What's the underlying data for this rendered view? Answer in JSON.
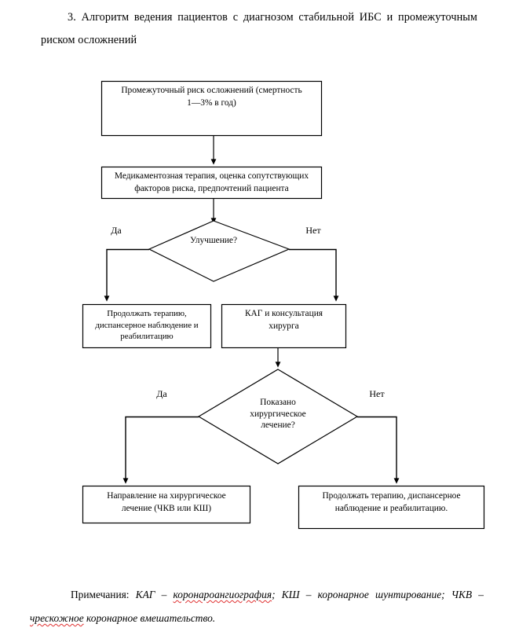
{
  "document": {
    "heading": {
      "number": "3.",
      "text": "Алгоритм ведения пациентов с диагнозом стабильной ИБС и промежуточным риском осложнений"
    },
    "footnote": {
      "label": "Примечания:",
      "part1": "КАГ – ",
      "term1": "коронароангиография",
      "part2": "; КШ – коронарное шунтирование; ЧКВ – ",
      "term2": "чрескожное",
      "part3": " коронарное вмешательство."
    }
  },
  "chart_data": {
    "type": "flowchart",
    "title": "Алгоритм ведения пациентов с диагнозом стабильной ИБС и промежуточным риском осложнений",
    "line_color": "#000000",
    "fill_color": "#ffffff",
    "nodes": [
      {
        "id": "n1",
        "shape": "process",
        "text": "Промежуточный риск осложнений (смертность 1—3% в год)",
        "lines": [
          "Промежуточный риск осложнений (смертность",
          "1—3% в год)"
        ]
      },
      {
        "id": "n2",
        "shape": "process",
        "text": "Медикаментозная терапия, оценка сопутствующих факторов риска, предпочтений пациента",
        "lines": [
          "Медикаментозная терапия, оценка сопутствующих",
          "факторов риска, предпочтений пациента"
        ]
      },
      {
        "id": "d1",
        "shape": "decision",
        "text": "Улучшение?",
        "lines": [
          "Улучшение?"
        ]
      },
      {
        "id": "n3",
        "shape": "process",
        "text": "Продолжать терапию, диспансерное наблюдение и реабилитацию",
        "lines": [
          "Продолжать терапию,",
          "диспансерное наблюдение и",
          "реабилитацию"
        ]
      },
      {
        "id": "n4",
        "shape": "process",
        "text": "КАГ и консультация хирурга",
        "lines": [
          "КАГ и консультация",
          "хирурга"
        ]
      },
      {
        "id": "d2",
        "shape": "decision",
        "text": "Показано хирургическое лечение?",
        "lines": [
          "Показано",
          "хирургическое",
          "лечение?"
        ]
      },
      {
        "id": "n5",
        "shape": "process",
        "text": "Направление на хирургическое лечение (ЧКВ или КШ)",
        "lines": [
          "Направление на хирургическое",
          "лечение (ЧКВ или КШ)"
        ]
      },
      {
        "id": "n6",
        "shape": "process",
        "text": "Продолжать терапию, диспансерное наблюдение и реабилитацию.",
        "lines": [
          "Продолжать терапию, диспансерное",
          "наблюдение и реабилитацию."
        ]
      }
    ],
    "edges": [
      {
        "from": "n1",
        "to": "n2",
        "label": ""
      },
      {
        "from": "n2",
        "to": "d1",
        "label": ""
      },
      {
        "from": "d1",
        "to": "n3",
        "label": "Да"
      },
      {
        "from": "d1",
        "to": "n4",
        "label": "Нет"
      },
      {
        "from": "n4",
        "to": "d2",
        "label": ""
      },
      {
        "from": "d2",
        "to": "n5",
        "label": "Да"
      },
      {
        "from": "d2",
        "to": "n6",
        "label": "Нет"
      }
    ],
    "branch_labels": {
      "d1_yes": "Да",
      "d1_no": "Нет",
      "d2_yes": "Да",
      "d2_no": "Нет"
    }
  }
}
